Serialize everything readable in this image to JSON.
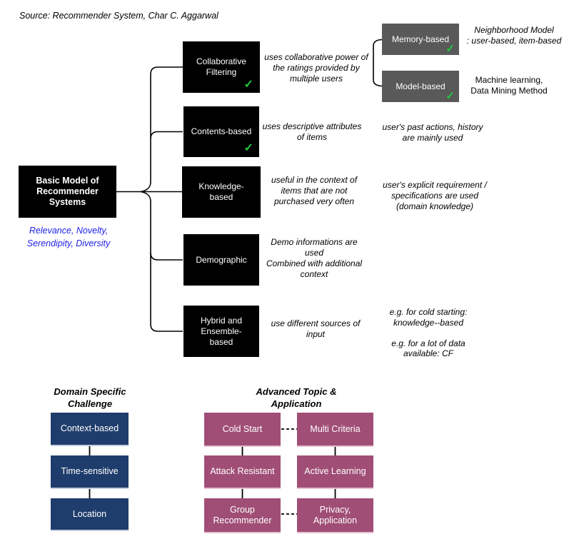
{
  "source_note": "Source: Recommender System, Char C. Aggarwal",
  "check_glyph": "✓",
  "colors": {
    "node_black": "#000000",
    "node_gray": "#595959",
    "node_navy": "#1F3D6C",
    "node_plum": "#A04E76",
    "check_green": "#1FC93F",
    "note_blue": "#2121E8",
    "background": "#FFFFFF"
  },
  "root": {
    "label": "Basic Model of\nRecommender\nSystems",
    "note": "Relevance, Novelty,\nSerendipity, Diversity"
  },
  "branches": [
    {
      "label": "Collaborative\nFiltering",
      "desc": "uses collaborative power of\nthe ratings provided by\nmultiple users"
    },
    {
      "label": "Contents-based",
      "desc": "uses descriptive attributes\nof items",
      "note": "user's past actions, history\nare mainly used"
    },
    {
      "label": "Knowledge-\nbased",
      "desc": "useful in the context of\nitems that are not\npurchased very often",
      "note": "user's explicit requirement /\nspecifications are used\n(domain knowledge)"
    },
    {
      "label": "Demographic",
      "desc": "Demo informations are\nused\nCombined with additional\ncontext"
    },
    {
      "label": "Hybrid and\nEnsemble-\nbased",
      "desc": "use different sources of\ninput",
      "note": "e.g. for cold starting:\nknowledge--based\n\ne.g. for a lot of data\navailable: CF"
    }
  ],
  "cf_children": [
    {
      "label": "Memory-based",
      "note": "Neighborhood Model\n: user-based, item-based"
    },
    {
      "label": "Model-based",
      "note": "Machine learning,\nData Mining Method"
    }
  ],
  "domain_section": {
    "title": "Domain Specific\nChallenge",
    "items": [
      "Context-based",
      "Time-sensitive",
      "Location"
    ]
  },
  "advanced_section": {
    "title": "Advanced Topic &\nApplication",
    "items": [
      "Cold Start",
      "Multi Criteria",
      "Attack Resistant",
      "Active Learning",
      "Group\nRecommender",
      "Privacy,\nApplication"
    ]
  }
}
